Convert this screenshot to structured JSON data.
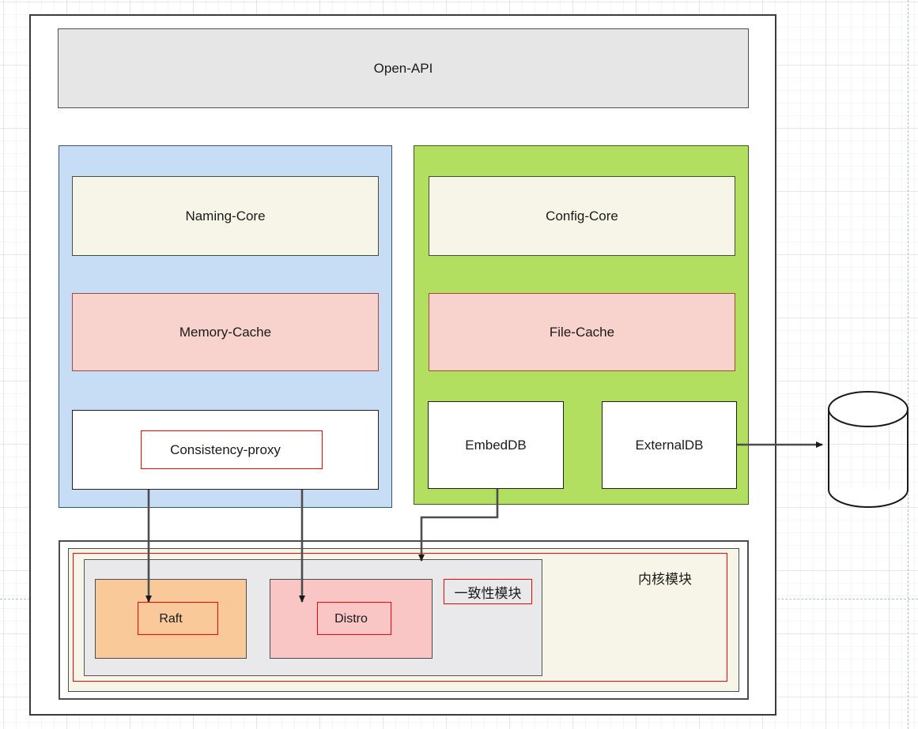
{
  "diagram": {
    "title": "Nacos architecture layers",
    "colors": {
      "openapi_fill": "#e6e6e6",
      "naming_fill": "#c7ddf5",
      "config_fill": "#b3df61",
      "core_fill": "#f7f5e8",
      "cache_fill": "#f8d2cd",
      "raft_fill": "#fac99a",
      "distro_fill": "#f9c5c5",
      "consistency_group_fill": "#e9e9ec",
      "kernel_fill": "#f7f5e8",
      "annotation_stroke": "#ff0000",
      "connector_stroke": "#4d4d4d",
      "frame_stroke": "#3b3b3b"
    },
    "nodes": {
      "open_api": "Open-API",
      "naming_core": "Naming-Core",
      "memory_cache": "Memory-Cache",
      "consistency_proxy": "Consistency-proxy",
      "config_core": "Config-Core",
      "file_cache": "File-Cache",
      "embed_db": "EmbedDB",
      "external_db": "ExternalDB",
      "raft": "Raft",
      "distro": "Distro",
      "consistency_module_cn": "一致性模块",
      "kernel_module_cn": "内核模块",
      "database_cylinder": "database-cylinder"
    },
    "edges": [
      {
        "id": "consistency-proxy-to-raft",
        "from": "consistency_proxy",
        "to": "raft",
        "arrow": "down"
      },
      {
        "id": "consistency-proxy-to-distro",
        "from": "consistency_proxy",
        "to": "distro",
        "arrow": "down"
      },
      {
        "id": "embeddb-to-kernel",
        "from": "embed_db",
        "to": "consistency_module_cn",
        "arrow": "down"
      },
      {
        "id": "externaldb-to-database",
        "from": "external_db",
        "to": "database_cylinder",
        "arrow": "right"
      }
    ]
  }
}
